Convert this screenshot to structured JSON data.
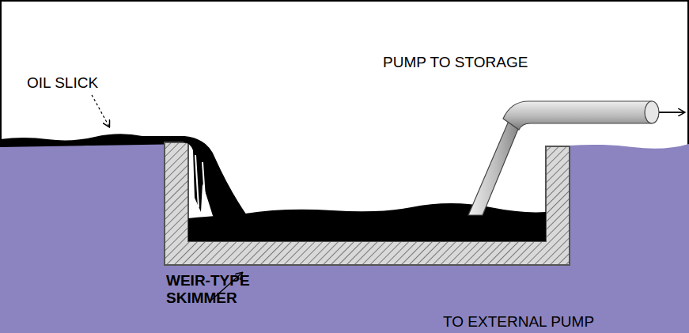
{
  "diagram": {
    "labels": [
      "OIL SLICK",
      "PUMP TO STORAGE",
      "WEIR-TYPE SKIMMER",
      "TO EXTERNAL PUMP"
    ]
  }
}
